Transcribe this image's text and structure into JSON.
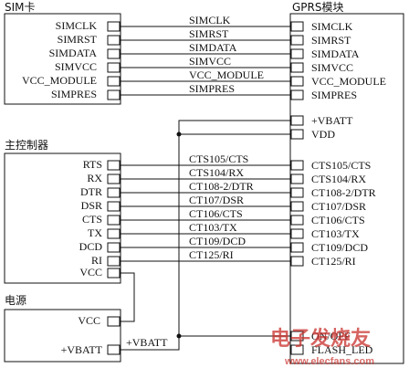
{
  "blocks": {
    "sim_card": "SIM卡",
    "gprs_module": "GPRS模块",
    "main_controller": "主控制器",
    "power_supply": "电源"
  },
  "sim_pins": [
    "SIMCLK",
    "SIMRST",
    "SIMDATA",
    "SIMVCC",
    "VCC_MODULE",
    "SIMPRES"
  ],
  "sim_wire_labels": [
    "SIMCLK",
    "SIMRST",
    "SIMDATA",
    "SIMVCC",
    "VCC_MODULE",
    "SIMPRES"
  ],
  "gprs_sim_pins": [
    "SIMCLK",
    "SIMRST",
    "SIMDATA",
    "SIMVCC",
    "VCC_MODULE",
    "SIMPRES"
  ],
  "gprs_power_pins": [
    "+VBATT",
    "VDD"
  ],
  "controller_pins": [
    "RTS",
    "RX",
    "DTR",
    "DSR",
    "CTS",
    "TX",
    "DCD",
    "RI",
    "VCC"
  ],
  "uart_wire_labels": [
    "CTS105/CTS",
    "CTS104/RX",
    "CT108-2/DTR",
    "CT107/DSR",
    "CT106/CTS",
    "CT103/TX",
    "CT109/DCD",
    "CT125/RI"
  ],
  "gprs_uart_pins": [
    "CTS105/CTS",
    "CTS104/RX",
    "CT108-2/DTR",
    "CT107/DSR",
    "CT106/CTS",
    "CT103/TX",
    "CT109/DCD",
    "CT125/RI"
  ],
  "power_pins": [
    "VCC",
    "+VBATT"
  ],
  "vbatt_wire_label": "+VBATT",
  "gprs_bottom_pins": [
    "ON/OFF",
    "FLASH_LED"
  ],
  "watermark": {
    "cn": "电子发烧友",
    "url": "www.elecfans.com"
  },
  "colors": {
    "line": "#111111",
    "watermark": "#c9302c"
  }
}
